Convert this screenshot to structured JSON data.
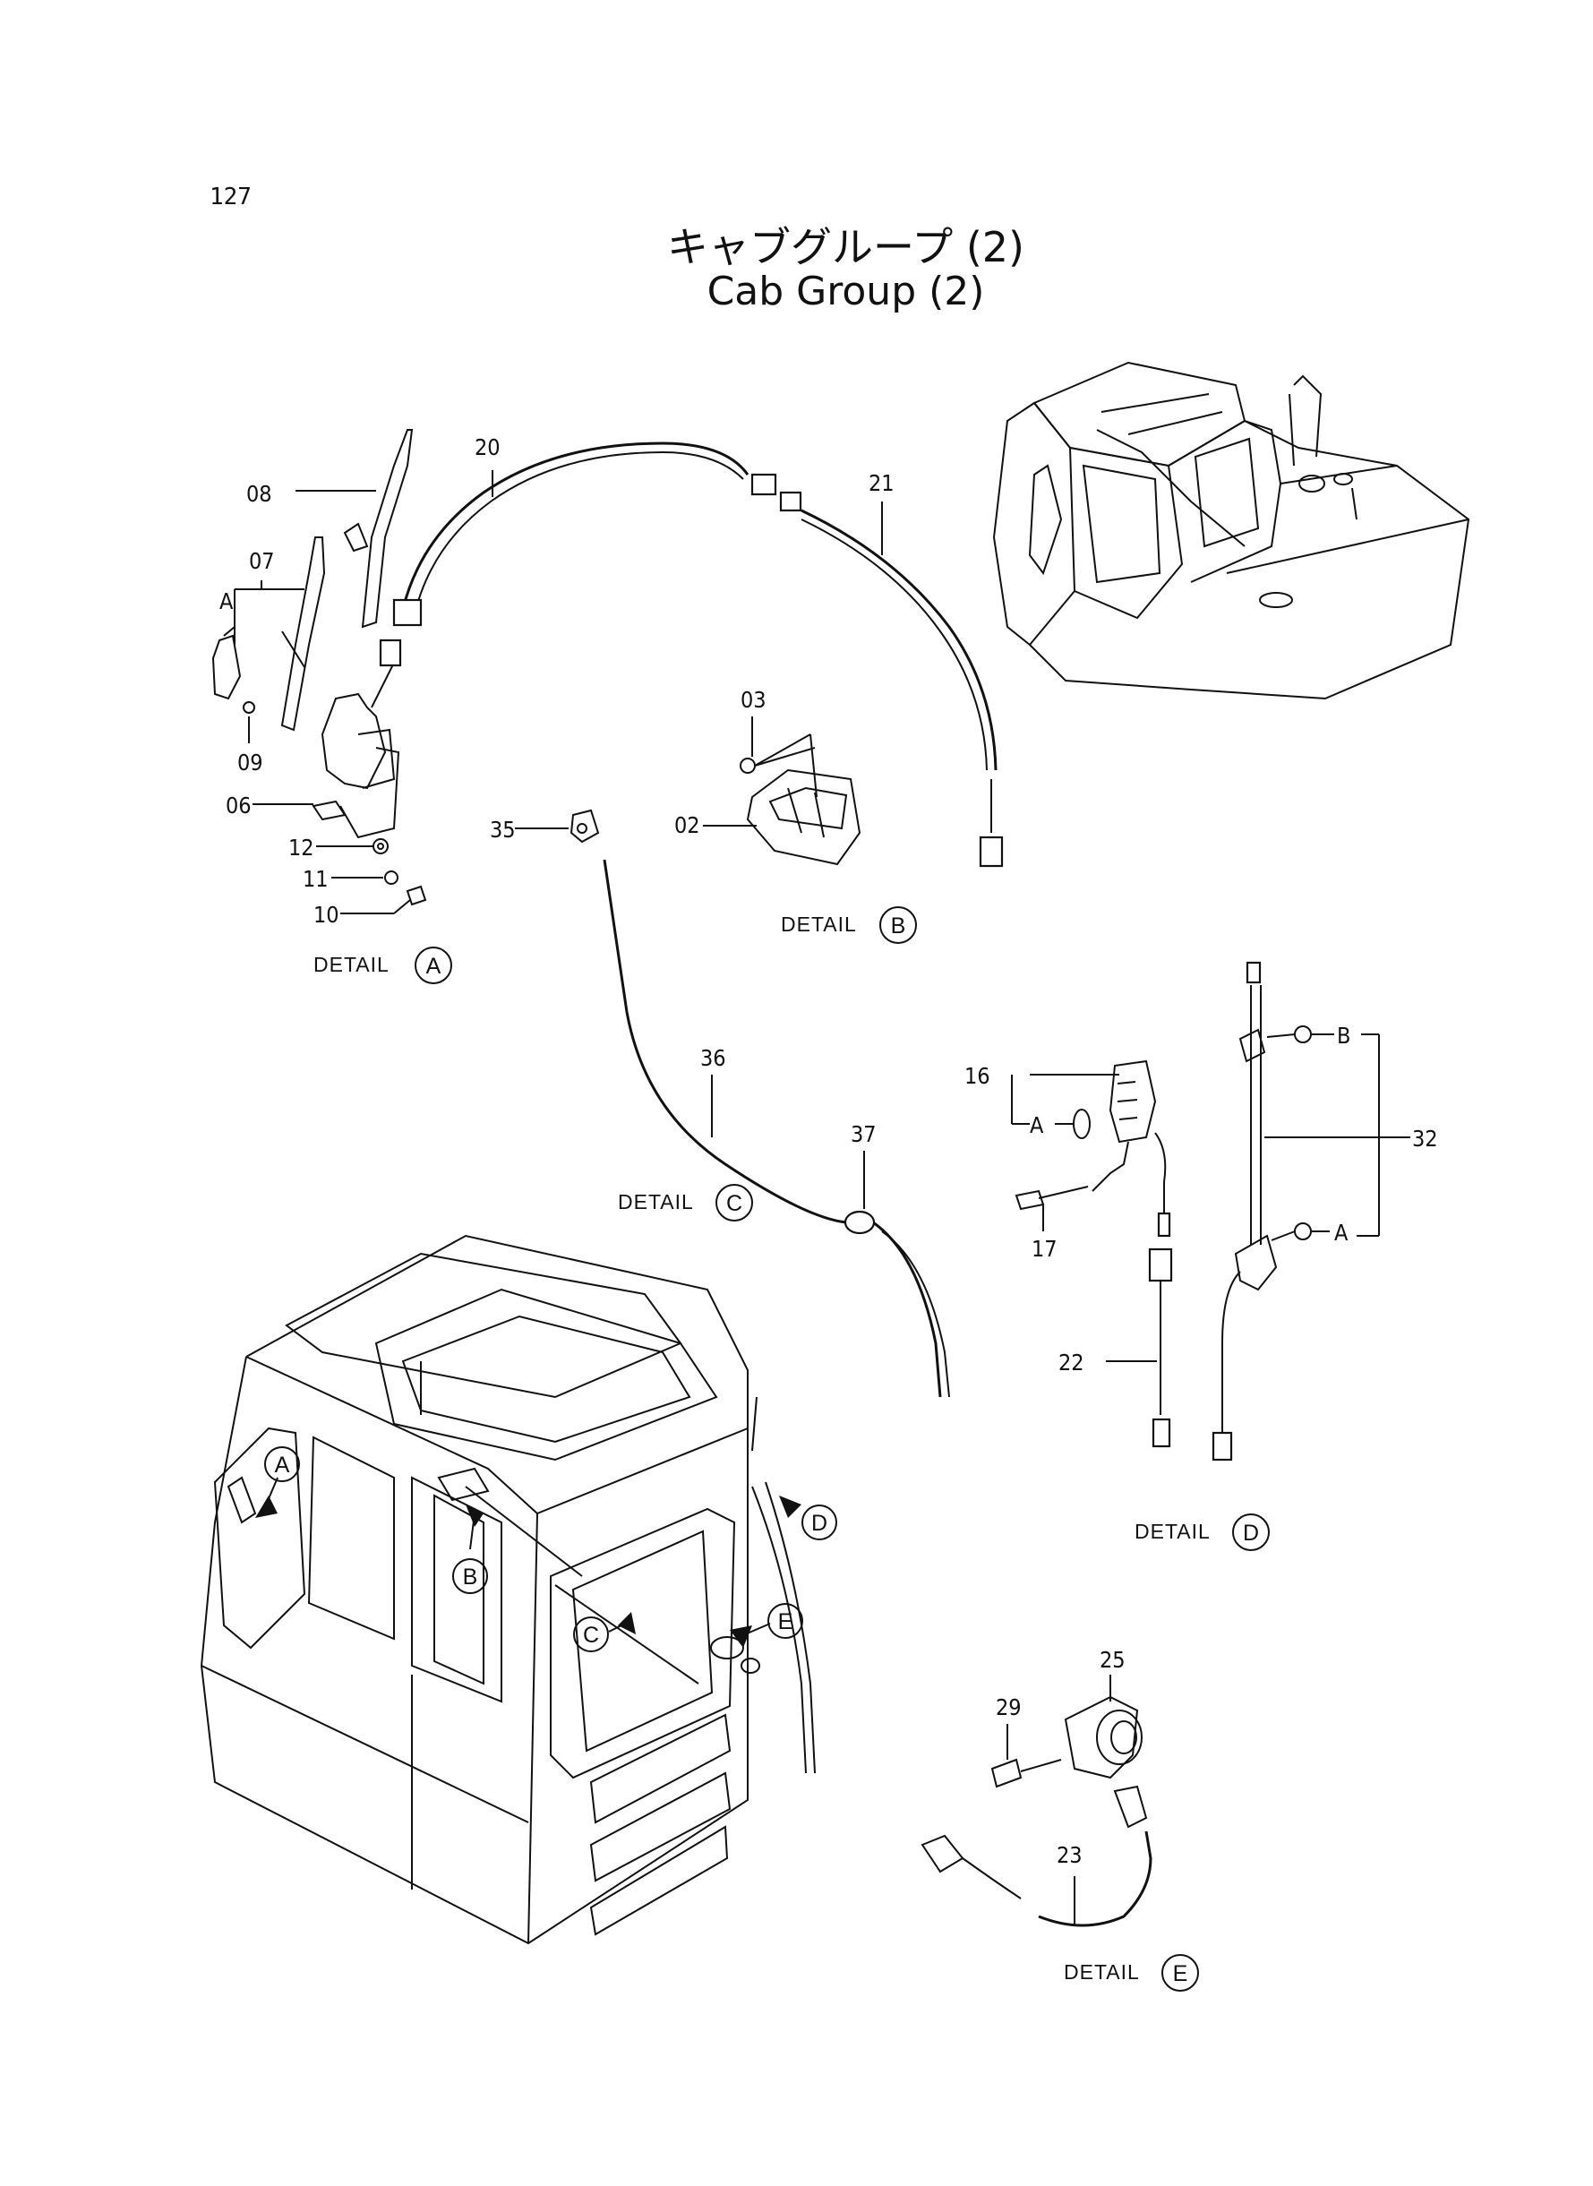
{
  "page": {
    "number": "127"
  },
  "title": {
    "japanese": "キャブグループ (2)",
    "english": "Cab Group (2)"
  },
  "details": [
    {
      "label": "DETAIL",
      "letter": "A"
    },
    {
      "label": "DETAIL",
      "letter": "B"
    },
    {
      "label": "DETAIL",
      "letter": "C"
    },
    {
      "label": "DETAIL",
      "letter": "D"
    },
    {
      "label": "DETAIL",
      "letter": "E"
    }
  ],
  "part_numbers": {
    "p02": "02",
    "p03": "03",
    "p06": "06",
    "p07": "07",
    "p08": "08",
    "p09": "09",
    "p10": "10",
    "p11": "11",
    "p12": "12",
    "p16": "16",
    "p17": "17",
    "p20": "20",
    "p21": "21",
    "p22": "22",
    "p23": "23",
    "p25": "25",
    "p29": "29",
    "p32": "32",
    "p35": "35",
    "p36": "36",
    "p37": "37"
  },
  "callout_letters": {
    "a": "A",
    "b": "B",
    "c": "C",
    "d": "D",
    "e": "E"
  }
}
